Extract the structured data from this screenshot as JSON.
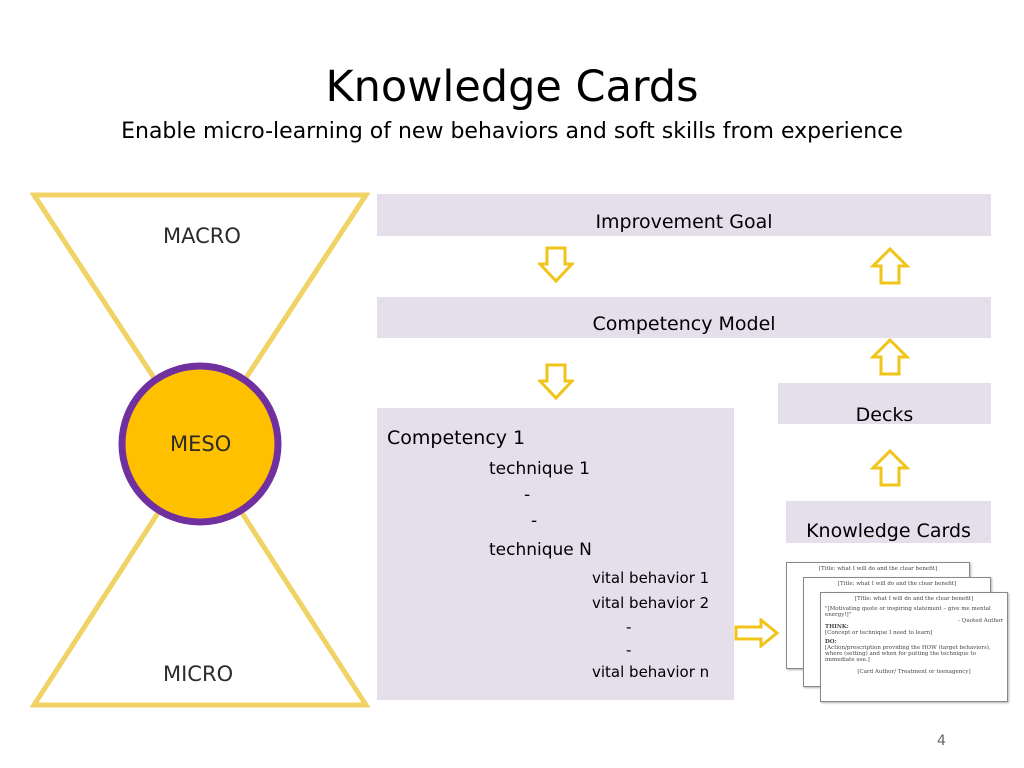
{
  "slide": {
    "title": "Knowledge Cards",
    "subtitle": "Enable micro-learning of new behaviors and soft skills from experience",
    "page_number": "4"
  },
  "hourglass": {
    "top_label": "MACRO",
    "middle_label": "MESO",
    "bottom_label": "MICRO",
    "colors": {
      "outline": "#f0d265",
      "circle_fill": "#ffc000",
      "circle_ring": "#7030a0"
    }
  },
  "flow": {
    "improvement_goal": "Improvement  Goal",
    "competency_model": "Competency Model",
    "decks": "Decks",
    "knowledge_cards": "Knowledge Cards",
    "box_color": "#e5dfec",
    "arrow_color": "#f0c419"
  },
  "competency": {
    "heading": "Competency 1",
    "technique_1": "technique 1",
    "dash_1": "-",
    "dash_2": "-",
    "technique_n": "technique N",
    "vital_behavior_1": "vital behavior 1",
    "vital_behavior_2": "vital behavior 2",
    "dash_3": "-",
    "dash_4": "-",
    "vital_behavior_n": "vital behavior n"
  },
  "cards": {
    "title_line": "[Title: what I will do and the clear benefit]",
    "quote": "\"[Motivating quote or inspiring statement – give me mental energy!]\"",
    "quote_author": "- Quoted Author",
    "think_label": "THINK:",
    "think_text": "[Concept or technique I need to learn]",
    "do_label": "DO:",
    "do_text": "[Action/prescription providing the HOW (target behaviors), where (setting) and when for putting the technique to immediate use.]",
    "footer": "[Card Author/ Treatment or teenagency]"
  }
}
